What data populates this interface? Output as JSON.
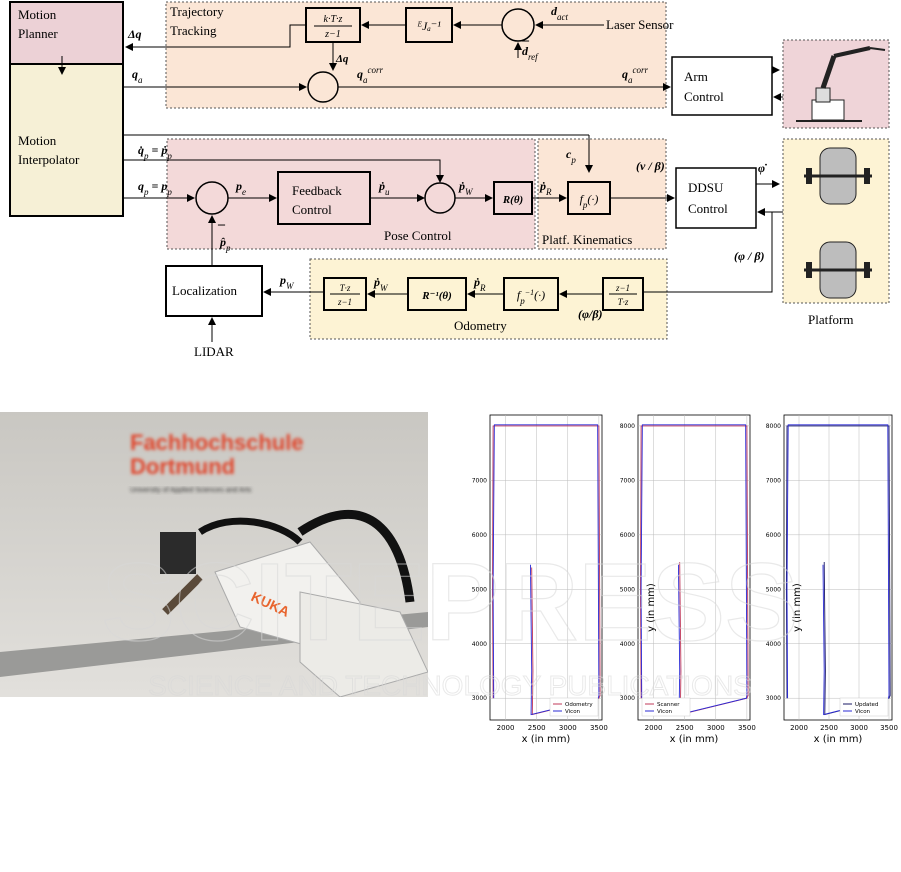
{
  "diagram": {
    "blocks": {
      "motion_planner": "Motion Planner",
      "motion_planner_line1": "Motion",
      "motion_planner_line2": "Planner",
      "motion_interpolator_line1": "Motion",
      "motion_interpolator_line2": "Interpolator",
      "trajectory_tracking_line1": "Trajectory",
      "trajectory_tracking_line2": "Tracking",
      "laser_sensor": "Laser Sensor",
      "arm_control_line1": "Arm",
      "arm_control_line2": "Control",
      "feedback_control_line1": "Feedback",
      "feedback_control_line2": "Control",
      "pose_control": "Pose Control",
      "platf_kinematics": "Platf. Kinematics",
      "ddsu_control_line1": "DDSU",
      "ddsu_control_line2": "Control",
      "localization": "Localization",
      "lidar": "LIDAR",
      "odometry": "Odometry",
      "platform": "Platform"
    },
    "colors": {
      "pink": "#f3d9d9",
      "peach": "#fbe6d6",
      "yellow": "#fdf3d4",
      "planner_pink": "#ecd1d6",
      "interp_yellow": "#f6f0d6"
    }
  },
  "photo": {
    "sign_line1": "Fachhochschule",
    "sign_line2": "Dortmund",
    "sign_line3": "University of Applied Sciences and Arts",
    "robot_brand": "KUKA"
  },
  "watermark": {
    "line1": "SCITEPRESS",
    "line2": "SCIENCE AND TECHNOLOGY PUBLICATIONS"
  },
  "chart_data": [
    {
      "type": "line",
      "xlabel": "x (in mm)",
      "ylabel": "",
      "xticks": [
        2000,
        2500,
        3000,
        3500
      ],
      "yticks": [
        3000,
        4000,
        5000,
        6000,
        7000
      ],
      "xlim": [
        1750,
        3550
      ],
      "ylim": [
        2600,
        8200
      ],
      "legend": "bottom-right",
      "grid": true,
      "series": [
        {
          "name": "Odometry",
          "color": "#c0395a",
          "x": [
            2420,
            2440,
            2430,
            3500,
            3520,
            3500,
            1800,
            1790,
            1800
          ],
          "y": [
            5400,
            3500,
            2700,
            3000,
            3050,
            8000,
            8000,
            5000,
            3000
          ]
        },
        {
          "name": "Vicon",
          "color": "#2b2bd6",
          "x": [
            2400,
            2420,
            2410,
            3490,
            3500,
            3480,
            1820,
            1800,
            1810
          ],
          "y": [
            5450,
            3500,
            2700,
            3000,
            3050,
            8020,
            8020,
            5000,
            3000
          ]
        }
      ]
    },
    {
      "type": "line",
      "xlabel": "x (in mm)",
      "ylabel": "y (in mm)",
      "xticks": [
        2000,
        2500,
        3000,
        3500
      ],
      "yticks": [
        3000,
        4000,
        5000,
        6000,
        7000,
        8000
      ],
      "xlim": [
        1750,
        3550
      ],
      "ylim": [
        2600,
        8200
      ],
      "legend": "bottom-left",
      "grid": true,
      "series": [
        {
          "name": "Scanner",
          "color": "#c0395a",
          "x": [
            2420,
            2440,
            2430,
            3500,
            3520,
            3500,
            1800,
            1790,
            1800
          ],
          "y": [
            5500,
            3500,
            2700,
            3000,
            3050,
            8000,
            8000,
            5000,
            3000
          ]
        },
        {
          "name": "Vicon",
          "color": "#2b2bd6",
          "x": [
            2400,
            2420,
            2410,
            3490,
            3500,
            3480,
            1820,
            1800,
            1810
          ],
          "y": [
            5450,
            3500,
            2700,
            3000,
            3050,
            8020,
            8020,
            5000,
            3000
          ]
        }
      ]
    },
    {
      "type": "line",
      "xlabel": "x (in mm)",
      "ylabel": "y (in mm)",
      "xticks": [
        2000,
        2500,
        3000,
        3500
      ],
      "yticks": [
        3000,
        4000,
        5000,
        6000,
        7000,
        8000
      ],
      "xlim": [
        1750,
        3550
      ],
      "ylim": [
        2600,
        8200
      ],
      "legend": "bottom-right",
      "grid": true,
      "series": [
        {
          "name": "Updated",
          "color": "#1a1a66",
          "x": [
            2420,
            2440,
            2430,
            3500,
            3520,
            3500,
            1800,
            1790,
            1800
          ],
          "y": [
            5500,
            3500,
            2700,
            3000,
            3050,
            8000,
            8000,
            5000,
            3000
          ]
        },
        {
          "name": "Vicon",
          "color": "#2b2bd6",
          "x": [
            2400,
            2420,
            2410,
            3490,
            3500,
            3480,
            1820,
            1800,
            1810
          ],
          "y": [
            5450,
            3500,
            2700,
            3000,
            3050,
            8020,
            8020,
            5000,
            3000
          ]
        }
      ]
    }
  ]
}
